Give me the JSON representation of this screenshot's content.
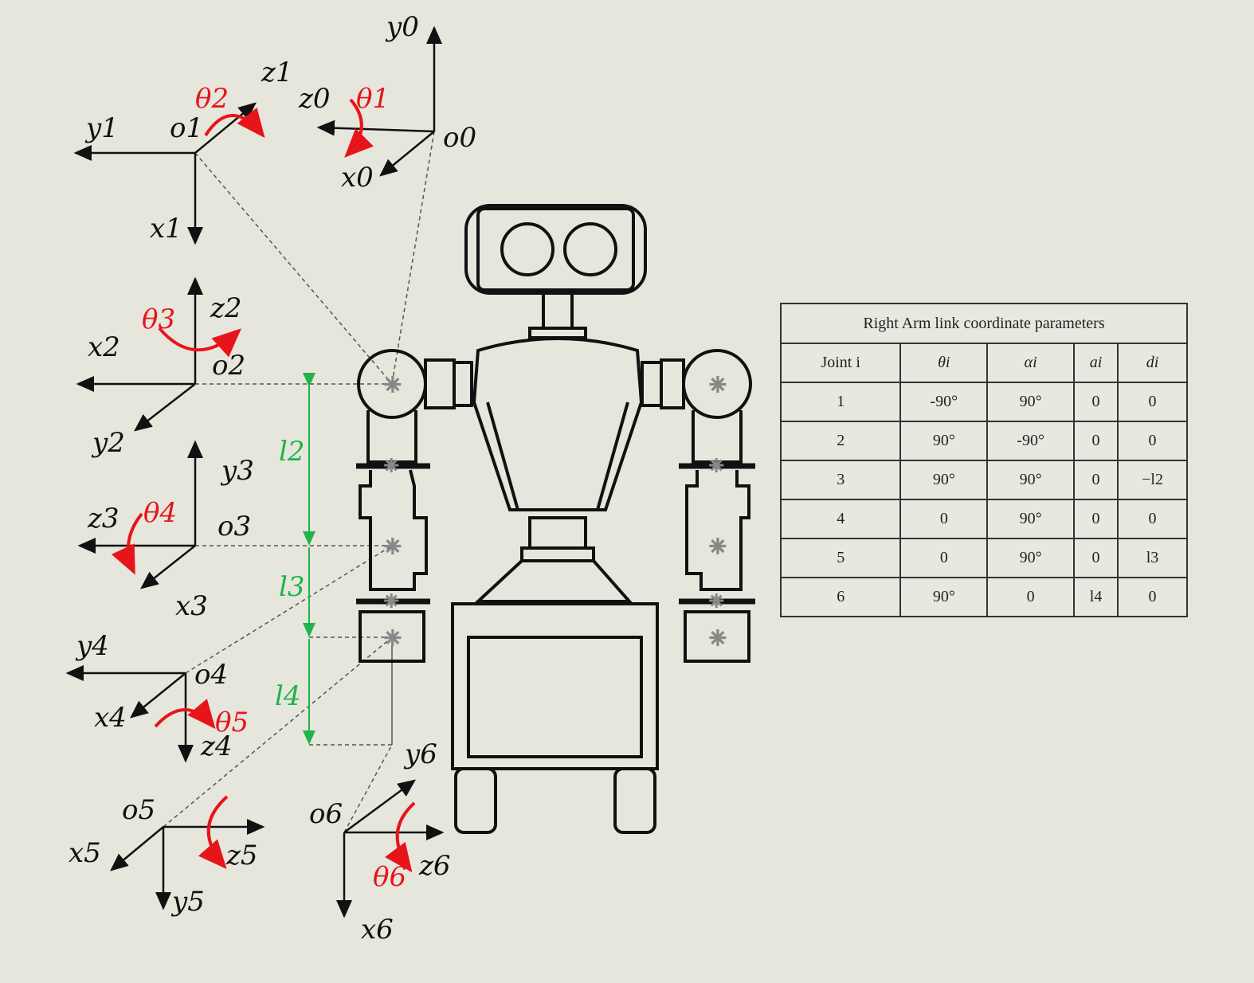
{
  "frames": {
    "f0": {
      "o": "o0",
      "x": "x0",
      "y": "y0",
      "z": "z0",
      "theta": "θ1"
    },
    "f1": {
      "o": "o1",
      "x": "x1",
      "y": "y1",
      "z": "z1",
      "theta": "θ2"
    },
    "f2": {
      "o": "o2",
      "x": "x2",
      "y": "y2",
      "z": "z2",
      "theta": "θ3"
    },
    "f3": {
      "o": "o3",
      "x": "x3",
      "y": "y3",
      "z": "z3",
      "theta": "θ4"
    },
    "f4": {
      "o": "o4",
      "x": "x4",
      "y": "y4",
      "z": "z4",
      "theta": "θ5"
    },
    "f5": {
      "o": "o5",
      "x": "x5",
      "y": "y5",
      "z": "z5"
    },
    "f6": {
      "o": "o6",
      "x": "x6",
      "y": "y6",
      "z": "z6",
      "theta": "θ6"
    }
  },
  "lengths": {
    "l2": "l2",
    "l3": "l3",
    "l4": "l4"
  },
  "colors": {
    "background": "#e6e6dc",
    "rotation": "#e8141b",
    "length": "#20b34a"
  },
  "table": {
    "title": "Right Arm link coordinate parameters",
    "headers": [
      "Joint i",
      "θi",
      "αi",
      "ai",
      "di"
    ],
    "rows": [
      [
        "1",
        "-90°",
        "90°",
        "0",
        "0"
      ],
      [
        "2",
        "90°",
        "-90°",
        "0",
        "0"
      ],
      [
        "3",
        "90°",
        "90°",
        "0",
        "−l2"
      ],
      [
        "4",
        "0",
        "90°",
        "0",
        "0"
      ],
      [
        "5",
        "0",
        "90°",
        "0",
        "l3"
      ],
      [
        "6",
        "90°",
        "0",
        "l4",
        "0"
      ]
    ]
  }
}
